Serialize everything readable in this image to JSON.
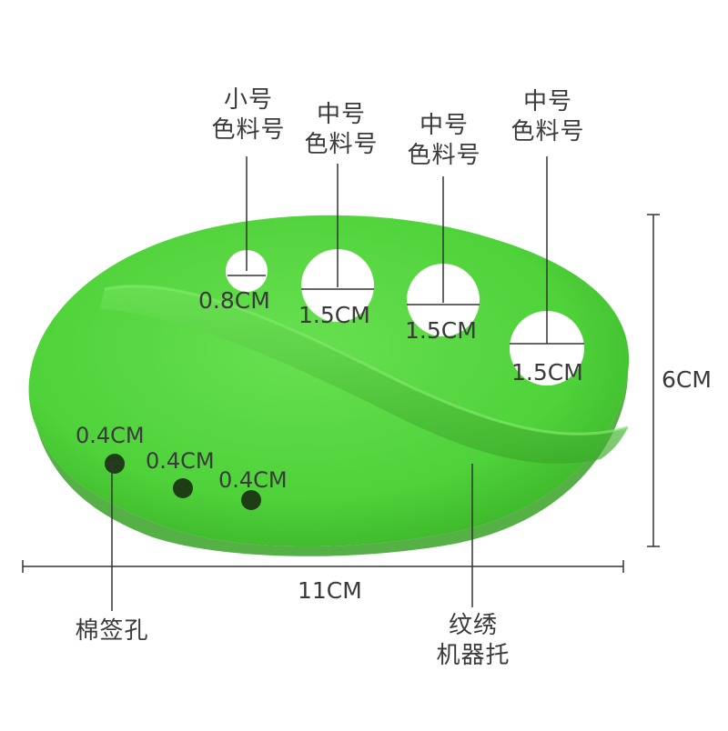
{
  "labels": {
    "small_top": "小号",
    "small_bottom": "色料号",
    "mid1_top": "中号",
    "mid1_bottom": "色料号",
    "mid2_top": "中号",
    "mid2_bottom": "色料号",
    "mid3_top": "中号",
    "mid3_bottom": "色料号",
    "hole_small": "0.8CM",
    "hole_mid1": "1.5CM",
    "hole_mid2": "1.5CM",
    "hole_mid3": "1.5CM",
    "swab_1": "0.4CM",
    "swab_2": "0.4CM",
    "swab_3": "0.4CM",
    "width": "11CM",
    "height": "6CM",
    "swab_hole": "棉签孔",
    "holder_top": "纹绣",
    "holder_bottom": "机器托"
  },
  "colors": {
    "body": "#4fd23a",
    "body_shadow": "#3aa828",
    "body_highlight": "#6ee257",
    "line": "#333333",
    "text": "#3a3a3a"
  }
}
